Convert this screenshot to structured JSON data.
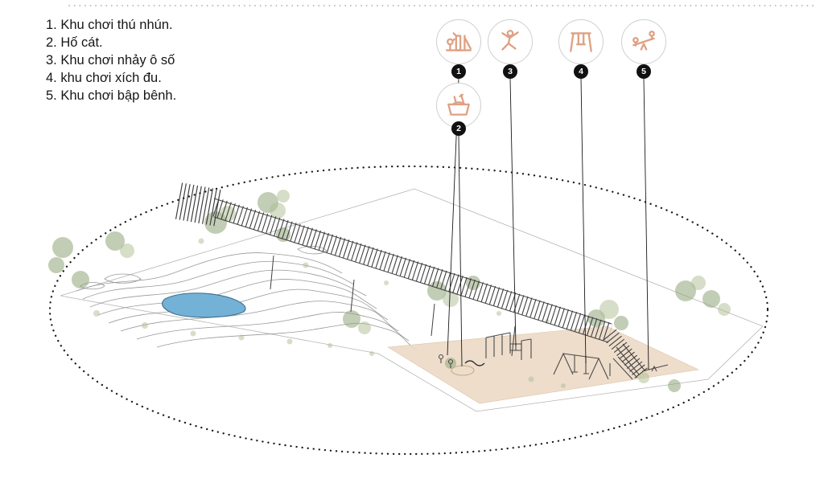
{
  "legend": {
    "items": [
      "1. Khu chơi thú nhún.",
      "2. Hố cát.",
      "3. Khu chơi nhảy ô số",
      "4. khu chơi xích đu.",
      "5. Khu chơi bập bênh."
    ]
  },
  "callouts": [
    {
      "number": "1",
      "icon": "spring-rider-icon"
    },
    {
      "number": "2",
      "icon": "sand-pit-icon"
    },
    {
      "number": "3",
      "icon": "hopscotch-icon"
    },
    {
      "number": "4",
      "icon": "swing-icon"
    },
    {
      "number": "5",
      "icon": "seesaw-icon"
    }
  ],
  "colors": {
    "icon_accent": "#dfa184",
    "callout_line": "#1a1a1a",
    "ellipse_dots": "#1a1a1a",
    "contour": "#8d8d8d",
    "tree": "#8fa678",
    "tree_light": "#aebe93",
    "pond": "#74b1d7",
    "pond_edge": "#3d6e8c",
    "playground": "#eddac6",
    "bridge": "#3f3f3f",
    "equipment": "#4a4a4a",
    "plane_edge": "#b5b5b5"
  }
}
